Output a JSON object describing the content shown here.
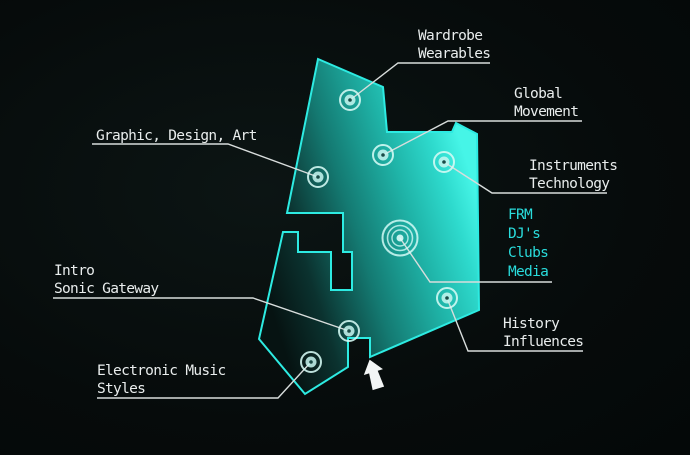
{
  "diagram": {
    "type": "venue-floor-map",
    "entrance_icon": "up-arrow"
  },
  "colors": {
    "background": "#070e0e",
    "floor_gradient_dark": "#061312",
    "floor_gradient_bright": "#46f5e7",
    "floor_outline": "#2debe2",
    "callout_line": "#d8dddc",
    "label_text": "#e9eded",
    "highlight_label_text": "#29dcdc",
    "entrance_arrow": "#f2f5f5"
  },
  "areas": [
    {
      "id": "wardrobe",
      "label": "Wardrobe\nWearables"
    },
    {
      "id": "global",
      "label": "Global\nMovement"
    },
    {
      "id": "graphic",
      "label": "Graphic, Design, Art"
    },
    {
      "id": "instruments",
      "label": "Instruments\nTechnology"
    },
    {
      "id": "frm",
      "label": "FRM\nDJ's\nClubs\nMedia",
      "highlighted": true
    },
    {
      "id": "history",
      "label": "History\nInfluences"
    },
    {
      "id": "intro",
      "label": "Intro\nSonic Gateway"
    },
    {
      "id": "electronic",
      "label": "Electronic Music\nStyles"
    }
  ]
}
